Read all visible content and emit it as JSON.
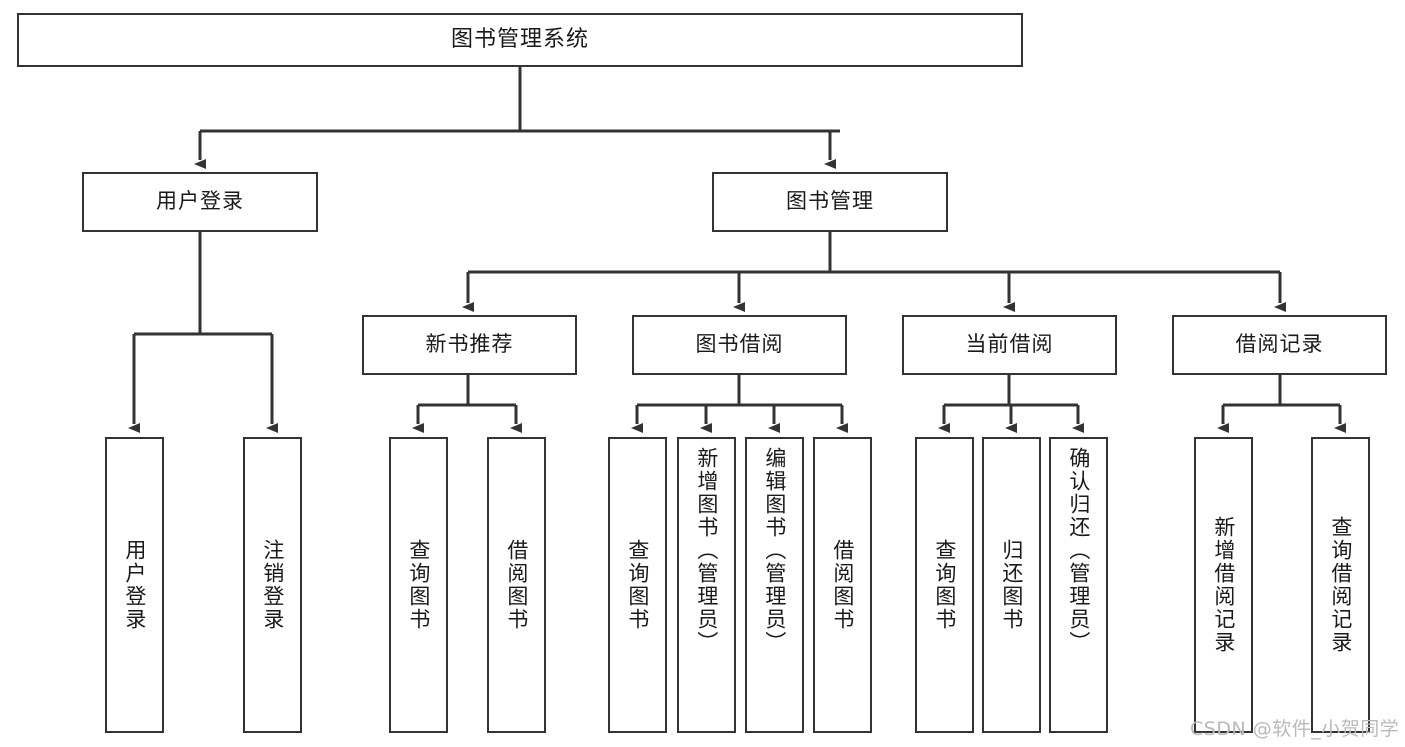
{
  "diagram": {
    "title": "图书管理系统",
    "type": "tree-hierarchy-diagram",
    "colors": {
      "background": "#ffffff",
      "box_border": "#333333",
      "box_fill": "#ffffff",
      "connector": "#333333",
      "text": "#1a1a1a",
      "watermark": "#b9b9b9"
    }
  },
  "root": {
    "label": "图书管理系统"
  },
  "level2": [
    {
      "label": "用户登录"
    },
    {
      "label": "图书管理"
    }
  ],
  "level3": [
    {
      "label": "新书推荐"
    },
    {
      "label": "图书借阅"
    },
    {
      "label": "当前借阅"
    },
    {
      "label": "借阅记录"
    }
  ],
  "leaves": {
    "user_login": [
      {
        "label": "用户登录"
      },
      {
        "label": "注销登录"
      }
    ],
    "new_book_recommend": [
      {
        "label": "查询图书"
      },
      {
        "label": "借阅图书"
      }
    ],
    "book_borrow": [
      {
        "label": "查询图书"
      },
      {
        "label": "新增图书（管理员）"
      },
      {
        "label": "编辑图书（管理员）"
      },
      {
        "label": "借阅图书"
      }
    ],
    "current_borrow": [
      {
        "label": "查询图书"
      },
      {
        "label": "归还图书"
      },
      {
        "label": "确认归还（管理员）"
      }
    ],
    "borrow_record": [
      {
        "label": "新增借阅记录"
      },
      {
        "label": "查询借阅记录"
      }
    ]
  },
  "watermark": {
    "text": "CSDN @软件_小贺同学"
  }
}
